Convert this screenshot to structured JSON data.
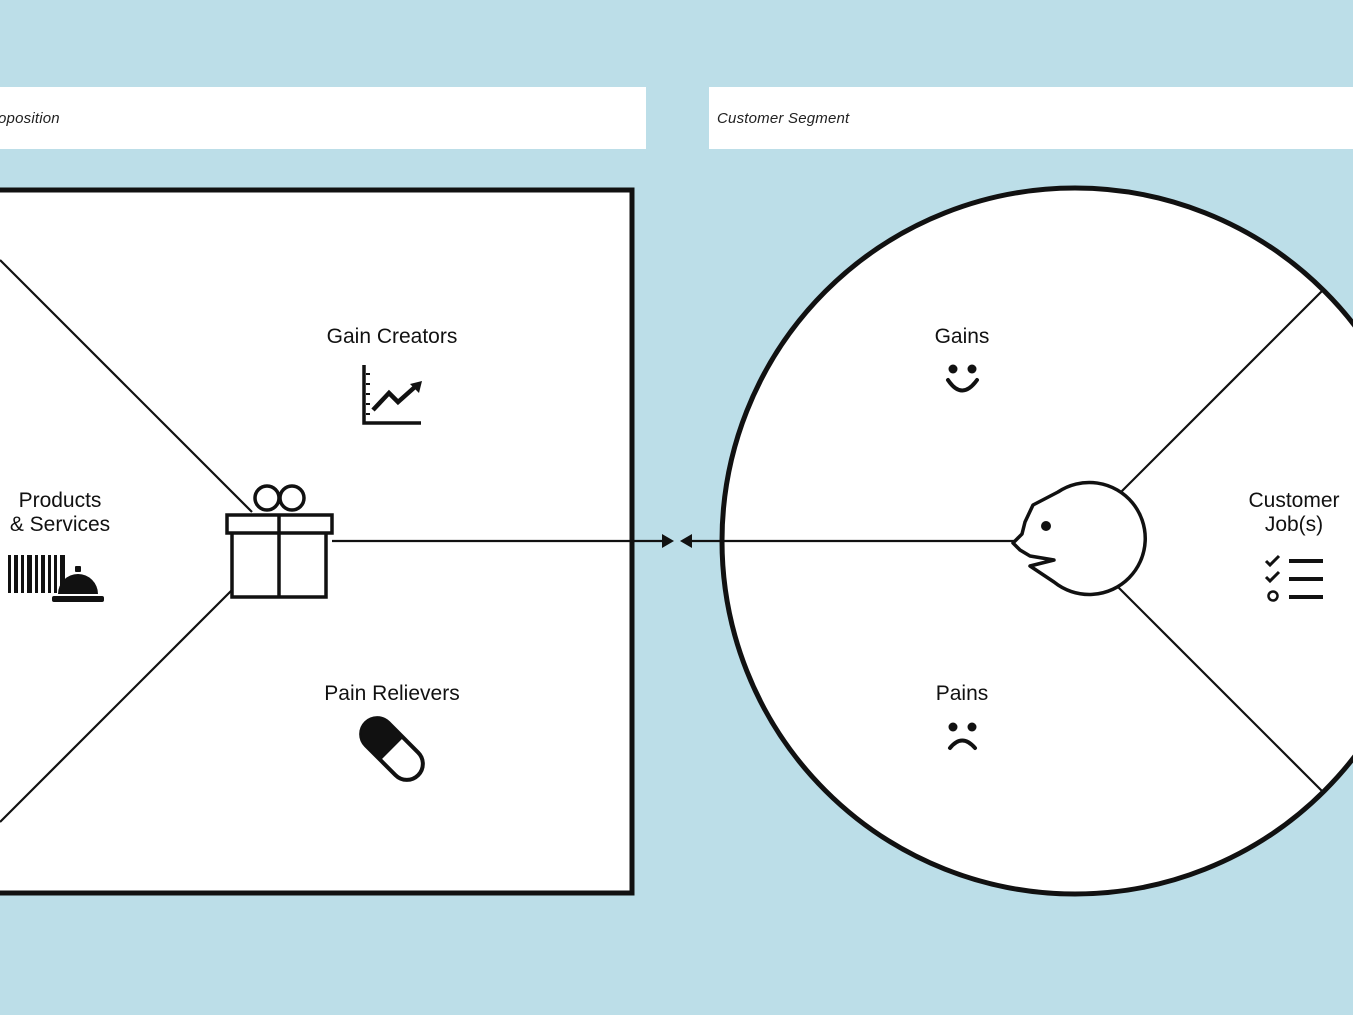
{
  "headers": {
    "value_proposition": "oposition",
    "customer_segment": "Customer Segment"
  },
  "value_map": {
    "gain_creators": "Gain Creators",
    "pain_relievers": "Pain Relievers",
    "products_line1": "Products",
    "products_line2": "& Services"
  },
  "customer_profile": {
    "gains": "Gains",
    "pains": "Pains",
    "jobs_line1": "Customer",
    "jobs_line2": "Job(s)"
  },
  "icons": {
    "gain_creators": "chart-trend-up-icon",
    "pain_relievers": "pill-icon",
    "products": "barcode-service-bell-icon",
    "center_left": "gift-icon",
    "gains": "smiley-icon",
    "pains": "frown-icon",
    "jobs": "checklist-icon",
    "center_right": "face-icon"
  },
  "colors": {
    "background": "#bcdee8",
    "panel": "#ffffff",
    "stroke": "#111111"
  }
}
